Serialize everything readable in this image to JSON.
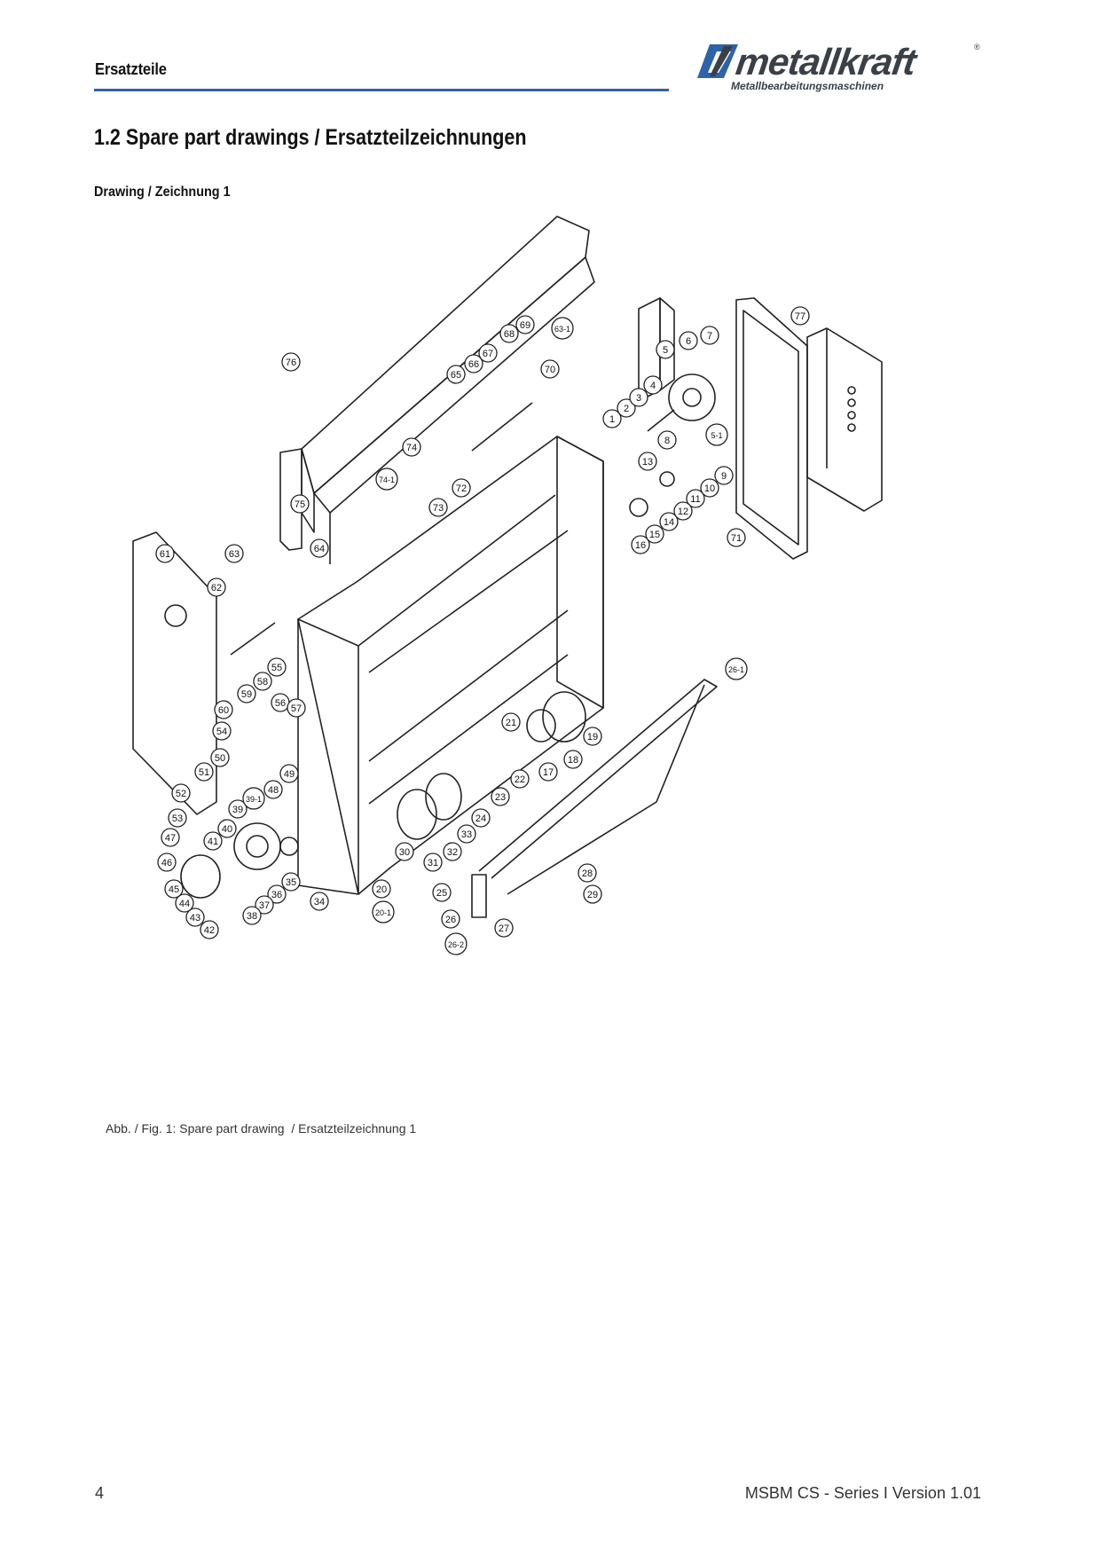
{
  "header": {
    "section": "Ersatzteile"
  },
  "logo": {
    "wordmark": "metallkraft",
    "registered": "®",
    "tagline": "Metallbearbeitungsmaschinen",
    "brand_color": "#2d63a8"
  },
  "title": "1.2  Spare part drawings / Ersatzteilzeichnungen",
  "drawing_label": "Drawing / Zeichnung 1",
  "callouts": [
    "1",
    "2",
    "3",
    "4",
    "5",
    "5-1",
    "6",
    "7",
    "8",
    "9",
    "10",
    "11",
    "12",
    "13",
    "14",
    "15",
    "16",
    "17",
    "18",
    "19",
    "20",
    "20-1",
    "21",
    "22",
    "23",
    "24",
    "25",
    "26",
    "26-1",
    "26-2",
    "27",
    "28",
    "29",
    "30",
    "31",
    "32",
    "33",
    "34",
    "35",
    "36",
    "37",
    "38",
    "39",
    "39-1",
    "40",
    "41",
    "42",
    "43",
    "44",
    "45",
    "46",
    "47",
    "48",
    "49",
    "50",
    "51",
    "52",
    "53",
    "54",
    "55",
    "56",
    "57",
    "58",
    "59",
    "60",
    "61",
    "62",
    "63",
    "63-1",
    "64",
    "65",
    "66",
    "67",
    "68",
    "69",
    "70",
    "71",
    "72",
    "73",
    "74",
    "74-1",
    "75",
    "76",
    "77"
  ],
  "caption": "Abb. / Fig. 1: Spare part drawing  / Ersatzteilzeichnung 1",
  "footer": {
    "page": "4",
    "document": "MSBM CS - Series I Version 1.01"
  }
}
